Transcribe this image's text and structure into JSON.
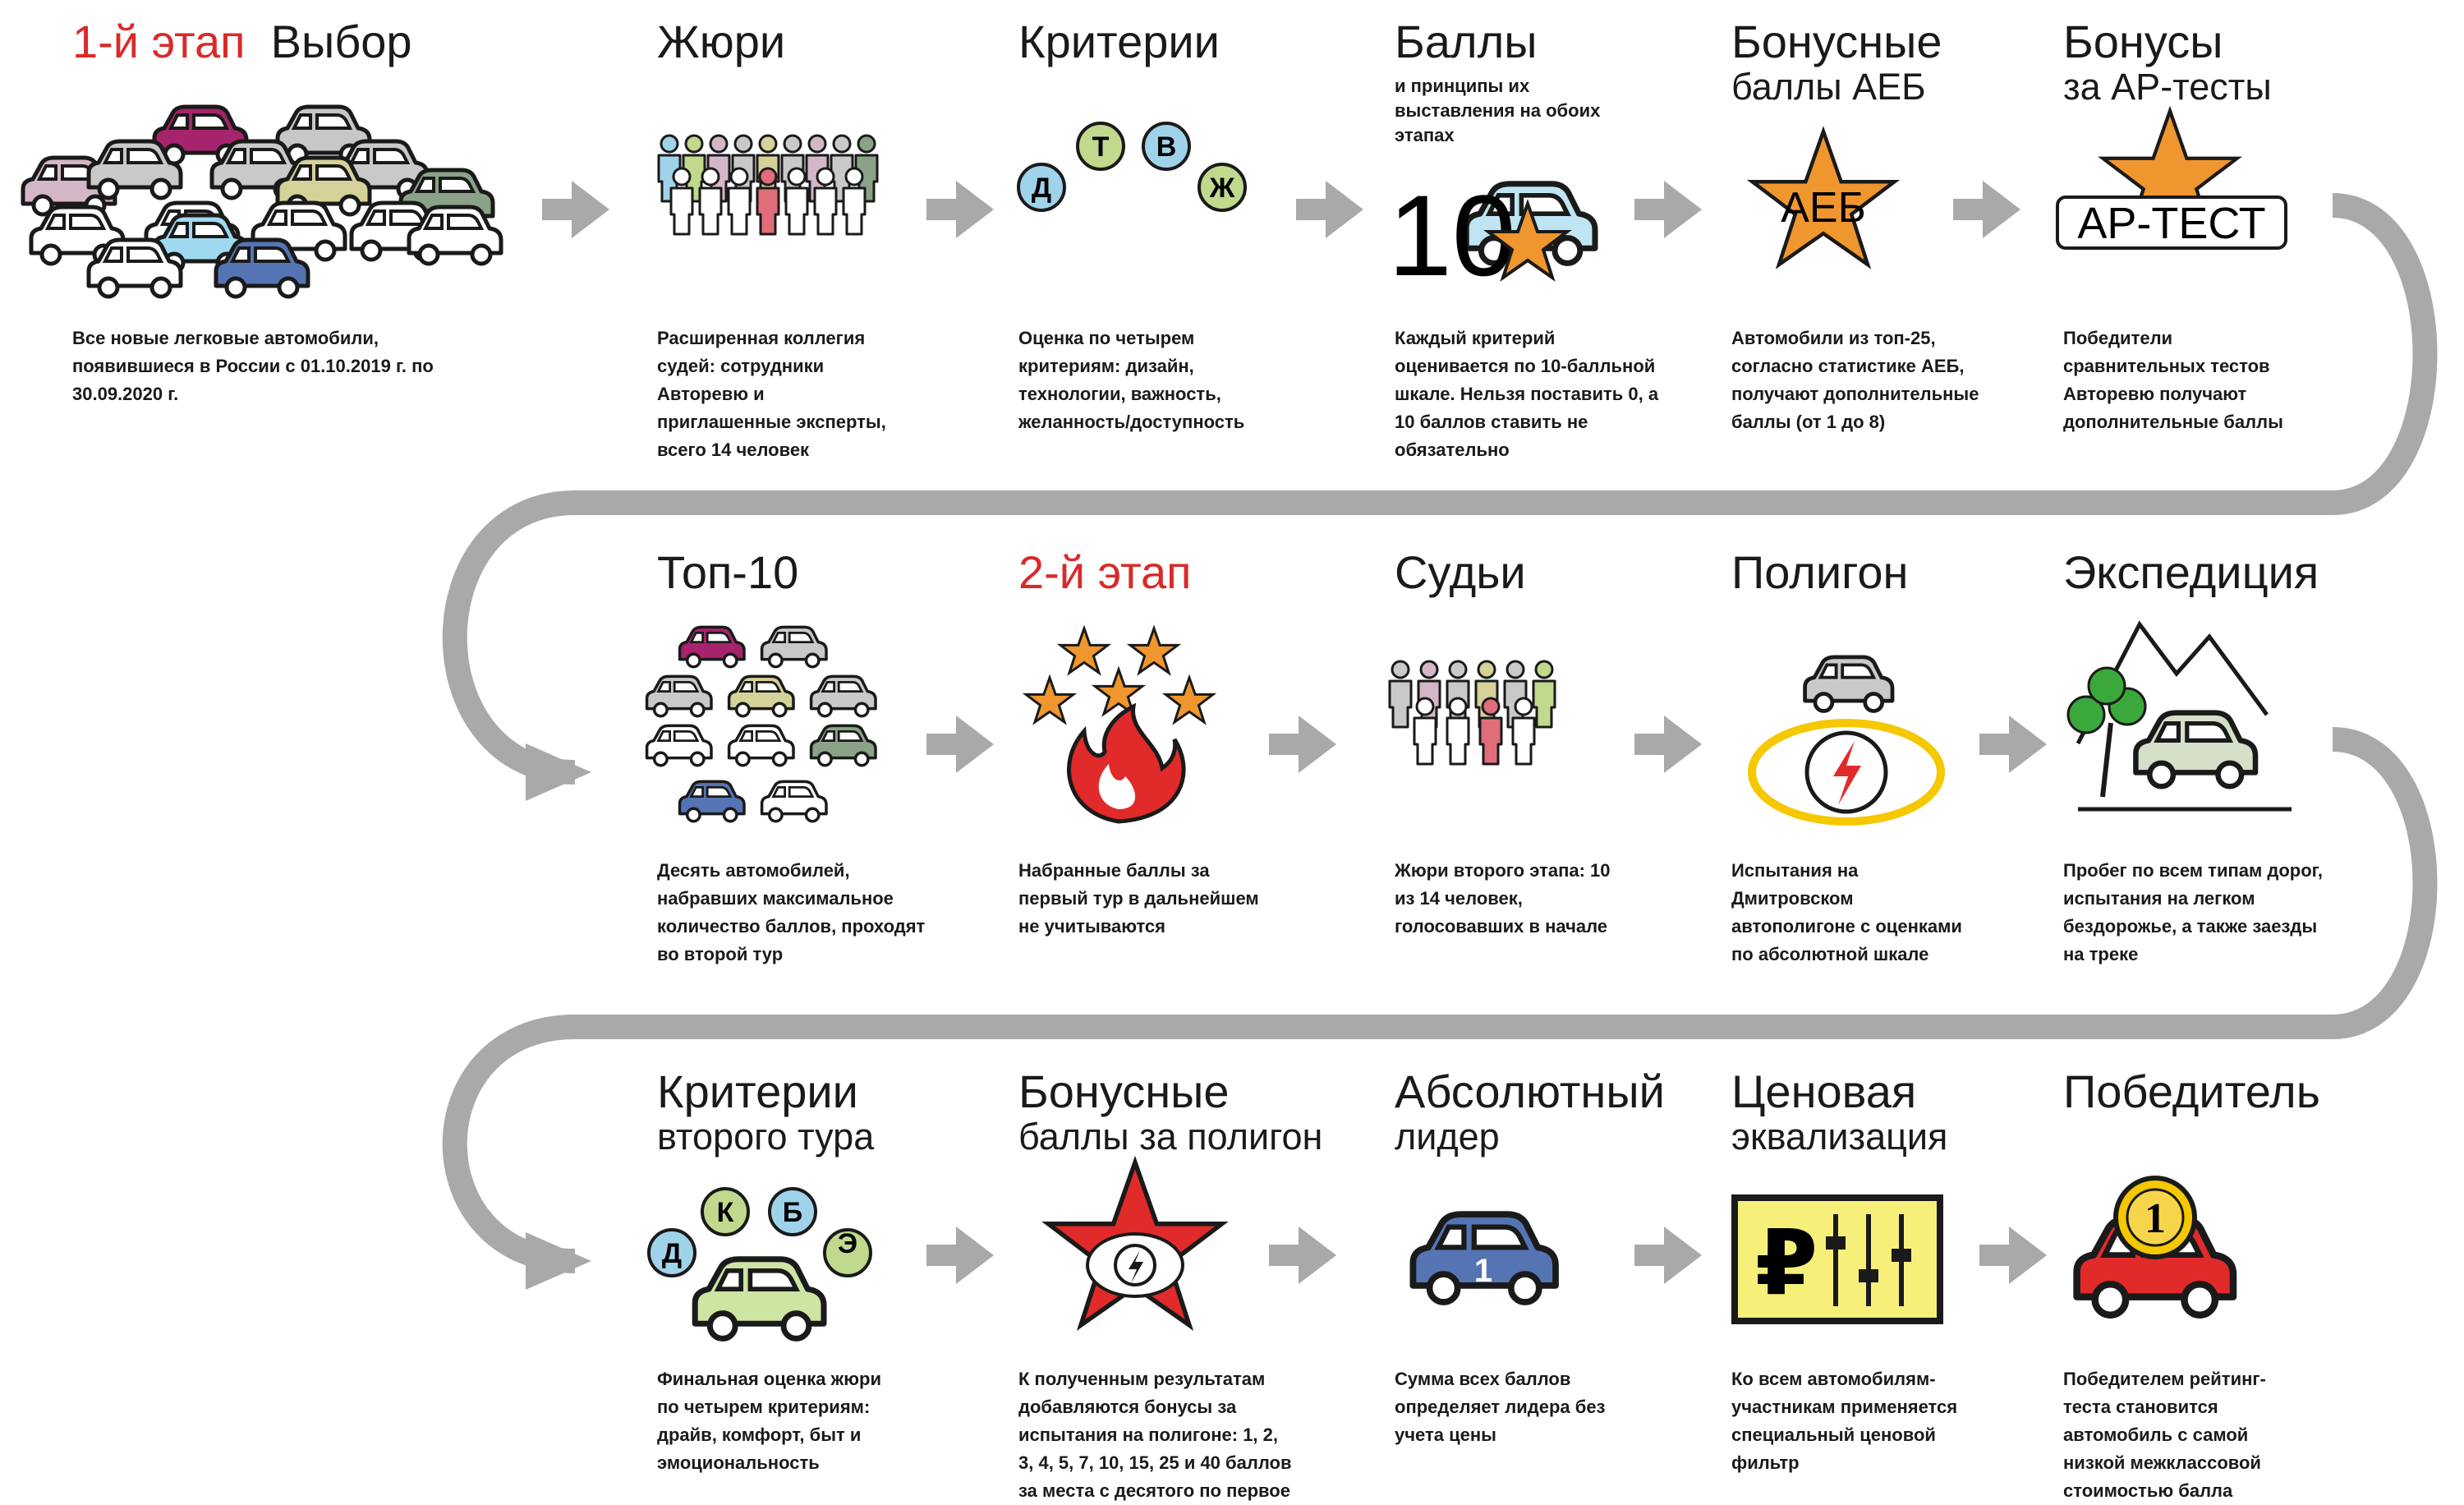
{
  "steps": [
    {
      "title_red": "1-й этап",
      "title_black": "Выбор",
      "desc": "Все новые легковые автомобили, появившиеся в России с 01.10.2019 г. по 30.09.2020 г."
    },
    {
      "title": "Жюри",
      "desc": "Расширенная коллегия судей: сотрудники Авторевю и приглашенные эксперты, всего 14 человек"
    },
    {
      "title": "Критерии",
      "letters": [
        "Д",
        "Т",
        "В",
        "Ж"
      ],
      "desc": "Оценка по четырем критериям: дизайн, технологии, важность, желанность/доступность"
    },
    {
      "title": "Баллы",
      "sub": "и принципы их выставления на обоих этапах",
      "score": "10",
      "desc": "Каждый критерий оценивается по 10-балльной шкале. Нельзя поставить 0, а 10 баллов ставить не обязательно"
    },
    {
      "title": "Бонусные",
      "sub": "баллы АЕБ",
      "badge": "АЕБ",
      "desc": "Автомобили из топ-25, согласно статистике АЕБ, получают дополнительные баллы (от 1 до 8)"
    },
    {
      "title": "Бонусы",
      "sub": "за АР-тесты",
      "badge": "АР-ТЕСТ",
      "desc": "Победители сравнительных тестов Авторевю получают дополнительные баллы"
    },
    {
      "title": "Топ-10",
      "desc": "Десять автомобилей, набравших максимальное количество баллов, проходят во второй тур"
    },
    {
      "title": "2-й этап",
      "desc": "Набранные баллы за первый тур в дальнейшем не учитываются"
    },
    {
      "title": "Судьи",
      "desc": "Жюри второго этапа: 10 из 14 человек, голосовавших в начале"
    },
    {
      "title": "Полигон",
      "desc": "Испытания на Дмитровском автополигоне с оценками по абсолютной шкале"
    },
    {
      "title": "Экспедиция",
      "desc": "Пробег по всем типам дорог, испытания на легком бездорожье, а также заезды на треке"
    },
    {
      "title": "Критерии",
      "sub": "второго тура",
      "letters": [
        "Д",
        "К",
        "Б",
        "Э"
      ],
      "desc": "Финальная оценка жюри по четырем критериям: драйв, комфорт, быт и эмоциональность"
    },
    {
      "title": "Бонусные",
      "sub": "баллы за полигон",
      "desc": "К полученным результатам добавляются бонусы за испытания на полигоне: 1, 2, 3, 4, 5, 7, 10, 15, 25 и 40 баллов за места с десятого по первое"
    },
    {
      "title": "Абсолютный",
      "sub": "лидер",
      "car_number": "1",
      "desc": "Сумма всех баллов определяет лидера без учета цены"
    },
    {
      "title": "Ценовая",
      "sub": "эквализация",
      "currency": "₽",
      "desc": "Ко всем автомобилям-участникам применяется специальный ценовой фильтр"
    },
    {
      "title": "Победитель",
      "medal": "1",
      "desc": "Победителем рейтинг-теста становится автомобиль с самой низкой межклассовой стоимостью балла"
    }
  ],
  "colors": {
    "accent_red": "#d92a2a",
    "arrow_gray": "#a9a9a9",
    "star_orange": "#f0962e",
    "eq_yellow": "#f6f07a"
  }
}
